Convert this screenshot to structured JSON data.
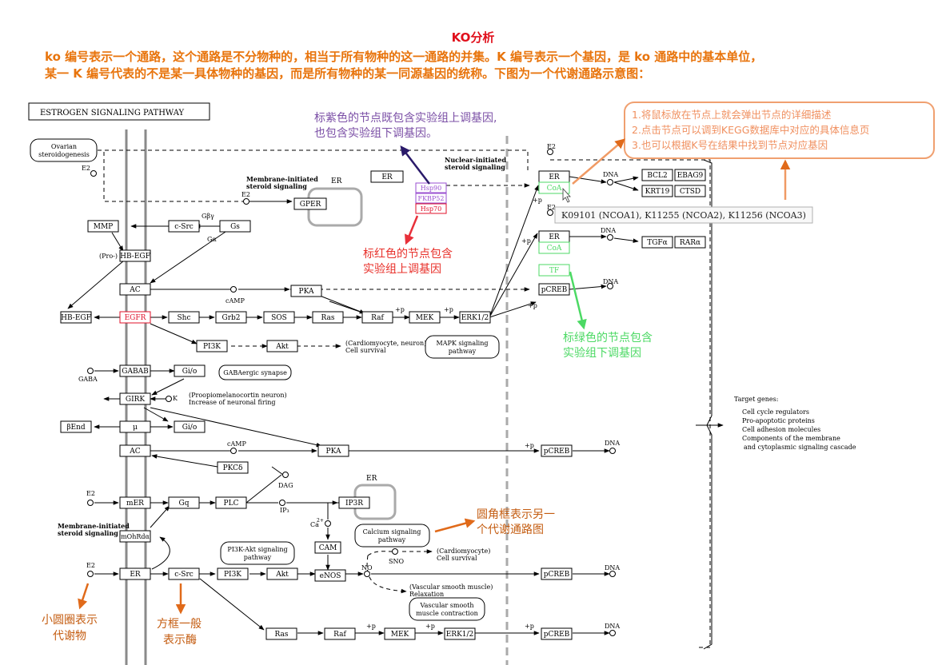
{
  "header": {
    "title": "KO分析",
    "intro_line1": "ko 编号表示一个通路，这个通路是不分物种的，相当于所有物种的这一通路的并集。K 编号表示一个基因，是 ko 通路中的基本单位，",
    "intro_line2": "某一 K 编号代表的不是某一具体物种的基因，而是所有物种的某一同源基因的统称。下图为一个代谢通路示意图："
  },
  "pathway": {
    "title": "ESTROGEN SIGNALING PATHWAY",
    "tooltip": "K09101 (NCOA1), K11255 (NCOA2), K11256 (NCOA3)",
    "labels": {
      "ovarian1": "Ovarian",
      "ovarian2": "steroidogenesis",
      "membrane_initiated1": "Membrane-initiated",
      "membrane_initiated2": "steroid signaling",
      "nuclear_initiated1": "Nuclear-initiated",
      "nuclear_initiated2": "steroid signaling",
      "er_top": "ER",
      "er_bottom": "ER",
      "e2": "E2",
      "gbg": "Gβγ",
      "ga": "Gα",
      "pro": "(Pro-)",
      "camp": "cAMP",
      "dna": "DNA",
      "p": "+p",
      "gaba": "GABA",
      "k": "K",
      "dag": "DAG",
      "ip3": "IP₃",
      "ca": "Ca",
      "ca_sup": "2+",
      "no": "NO",
      "sno": "SNO",
      "cardio1": "(Cardiomyocyte, neuron)",
      "cardio2": "Cell survival",
      "pomc1": "(Proopiomelanocortin neuron)",
      "pomc2": "Increase of neuronal  firing",
      "cardio3": "(Cardiomyocyte)",
      "cardio4": "Cell survival",
      "vsm1": "(Vascular smooth muscle)",
      "vsm2": "Relaxation",
      "target_title": "Target genes:",
      "target1": "Cell cycle regulators",
      "target2": "Pro-apoptotic proteins",
      "target3": "Cell adhesion molecules",
      "target4": "Components of the membrane",
      "target5": "and cytoplasmic signaling cascade"
    },
    "nodes": {
      "gper": "GPER",
      "er": "ER",
      "hsp90": "Hsp90",
      "fkbp52": "FKBP52",
      "hsp70": "Hsp70",
      "coa": "CoA",
      "tf": "TF",
      "bcl2": "BCL2",
      "ebag9": "EBAG9",
      "krt19": "KRT19",
      "ctsd": "CTSD",
      "tgfa": "TGFα",
      "rara": "RARα",
      "mmp": "MMP",
      "csrc": "c-Src",
      "gs": "Gs",
      "hbegf": "HB-EGF",
      "ac": "AC",
      "pka": "PKA",
      "pcreb": "pCREB",
      "egfr": "EGFR",
      "shc": "Shc",
      "grb2": "Grb2",
      "sos": "SOS",
      "ras": "Ras",
      "raf": "Raf",
      "mek": "MEK",
      "erk": "ERK1/2",
      "pi3k": "PI3K",
      "akt": "Akt",
      "gabab": "GABAB",
      "gio": "Gi/o",
      "girk": "GIRK",
      "bend": "βEnd",
      "mu": "μ",
      "pkcd": "PKCδ",
      "mer": "mER",
      "gq": "Gq",
      "plc": "PLC",
      "ip3r": "IP3R",
      "cam": "CAM",
      "mohrda": "mOhRdα",
      "enos": "eNOS"
    },
    "maps": {
      "mapk1": "MAPK signaling",
      "mapk2": "pathway",
      "gabaergic": "GABAergic synapse",
      "calcium1": "Calcium signaling",
      "calcium2": "pathway",
      "pi3kakt1": "PI3K-Akt signaling",
      "pi3kakt2": "pathway",
      "vsmc1": "Vascular smooth",
      "vsmc2": "muscle contraction"
    }
  },
  "annotations": {
    "purple1": "标紫色的节点既包含实验组上调基因,",
    "purple2": "也包含实验组下调基因。",
    "red1": "标红色的节点包含",
    "red2": "实验组上调基因",
    "green1": "标绿色的节点包含",
    "green2": "实验组下调基因",
    "tip1": "1.将鼠标放在节点上就会弹出节点的详细描述",
    "tip2": "2.点击节点可以调到KEGG数据库中对应的具体信息页",
    "tip3": "3.也可以根据K号在结果中找到节点对应基因",
    "roundbox1": "圆角框表示另一",
    "roundbox2": "个代谢通路图",
    "circle1": "小圆圈表示",
    "circle2": "代谢物",
    "square1": "方框一般",
    "square2": "表示酶"
  },
  "colors": {
    "title_red": "#e0101c",
    "intro_orange": "#e8740c",
    "purple": "#7b4fa6",
    "red": "#e8302a",
    "green": "#4cd964",
    "orange": "#c45c10",
    "tipbox": "#f09a64"
  }
}
